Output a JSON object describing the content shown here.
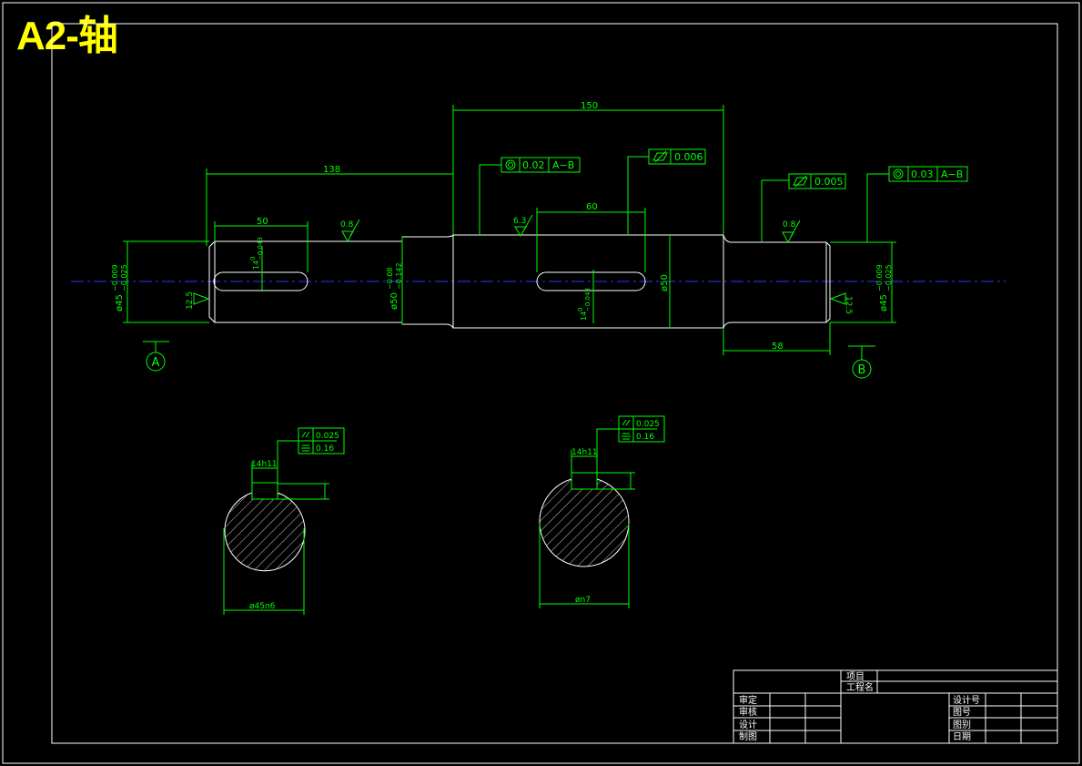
{
  "drawing_title": "A2-轴",
  "dimensions": {
    "overall_138": "138",
    "overall_150": "150",
    "keyway_50": "50",
    "keyway_60": "60",
    "step_58": "58",
    "dia_left": "ø45",
    "dia_left_tol_upper": "−0.009",
    "dia_left_tol_lower": "−0.025",
    "dia_mid": "ø50",
    "dia_mid_tol_upper": "−0.08",
    "dia_mid_tol_lower": "−0.142",
    "dia_center": "ø50",
    "dia_right": "ø45",
    "dia_right_tol_upper": "−0.009",
    "dia_right_tol_lower": "−0.025",
    "key_left": "14",
    "key_left_tol_upper": "0",
    "key_left_tol_lower": "−0.043",
    "key_mid": "14",
    "key_mid_tol_upper": "0",
    "key_mid_tol_lower": "−0.043"
  },
  "roughness": {
    "left_top": "0.8",
    "mid_top": "6.3",
    "right_top": "0.8",
    "left_end": "12.5",
    "right_end": "12.5"
  },
  "tolerance_frames": {
    "concentric_1": {
      "value": "0.02",
      "datum": "A−B"
    },
    "runout_1": {
      "value": "0.006"
    },
    "runout_2": {
      "value": "0.005"
    },
    "concentric_2": {
      "value": "0.03",
      "datum": "A−B"
    }
  },
  "datums": {
    "a": "A",
    "b": "B"
  },
  "sections": {
    "left": {
      "key_width": "14h11",
      "parallel": "0.025",
      "symmetry": "0.16",
      "diameter": "ø45n6"
    },
    "right": {
      "key_width": "14h11",
      "parallel": "0.025",
      "symmetry": "0.16",
      "diameter": "øn7"
    }
  },
  "title_block": {
    "project": "项目",
    "project_name": "工程名",
    "review": "审定",
    "check": "审核",
    "design": "设计",
    "draw": "制图",
    "design_no": "设计号",
    "drawing_no": "图号",
    "drawing_type": "图别",
    "date": "日期"
  },
  "colors": {
    "background": "#000000",
    "outline": "#ffffff",
    "dimension": "#00ff00",
    "centerline": "#2a3bff",
    "title": "#ffff00"
  }
}
